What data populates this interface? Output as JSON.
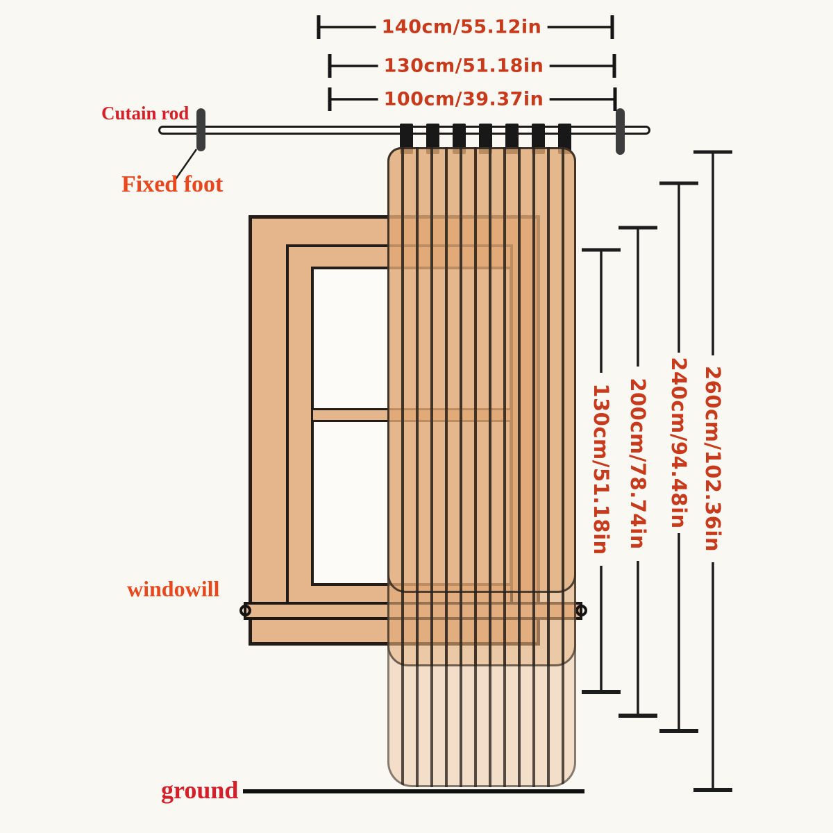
{
  "diagram": {
    "title_labels": {
      "curtain_rod": "Cutain rod",
      "fixed_foot": "Fixed foot",
      "windowsill": "windowill",
      "ground": "ground"
    },
    "dimensions": {
      "widths": [
        "140cm/55.12in",
        "130cm/51.18in",
        "100cm/39.37in"
      ],
      "heights": [
        "130cm/51.18in",
        "200cm/78.74in",
        "240cm/94.48in",
        "260cm/102.36in"
      ]
    },
    "colors": {
      "background": "#faf8f2",
      "annotation_red": "#d5202a",
      "annotation_orange": "#e8481e",
      "dimension_text": "#c73a1c",
      "wood_frame": "#e5b58c",
      "curtain_fabric": "#e2ac7c",
      "line_black": "#1c1c1c"
    },
    "parts": {
      "tab_count": 7,
      "curtain_length_layers": 3
    }
  }
}
